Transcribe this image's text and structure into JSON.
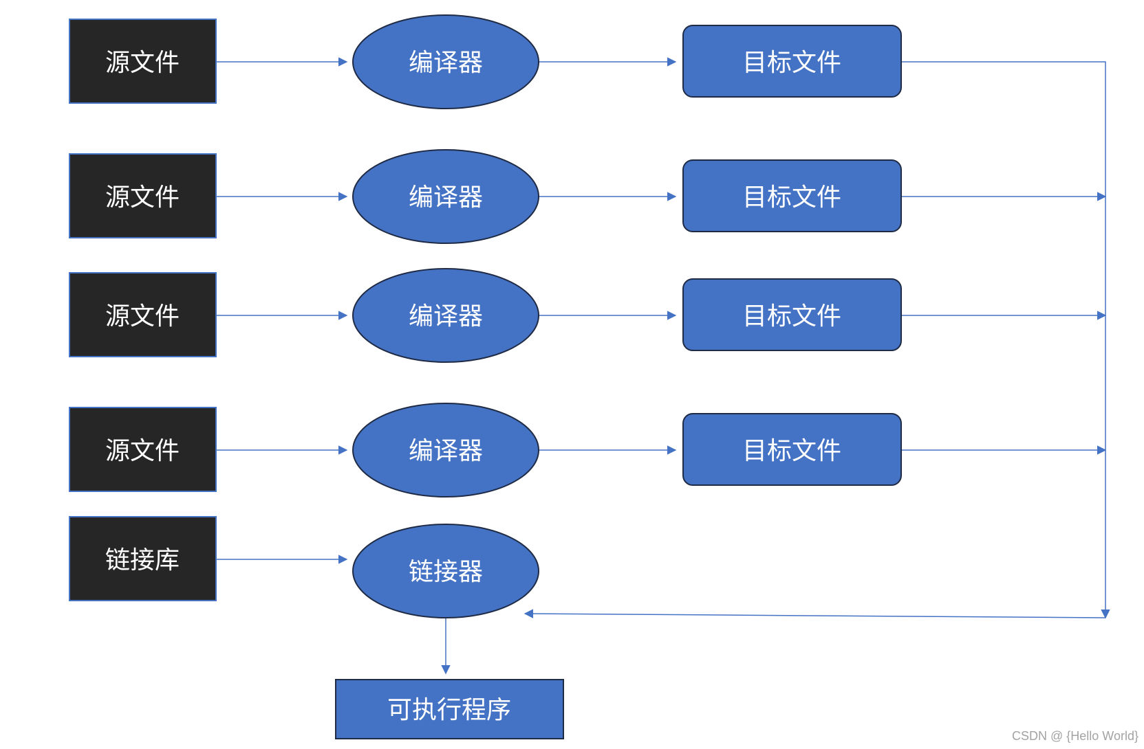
{
  "diagram": {
    "source_label": "源文件",
    "compiler_label": "编译器",
    "object_label": "目标文件",
    "library_label": "链接库",
    "linker_label": "链接器",
    "executable_label": "可执行程序"
  },
  "colors": {
    "dark_box": "#262626",
    "blue": "#4472C4",
    "border": "#2F528F",
    "dark_border": "#1F2B45",
    "line": "#4472C4"
  },
  "watermark": "CSDN @ {Hello World}"
}
